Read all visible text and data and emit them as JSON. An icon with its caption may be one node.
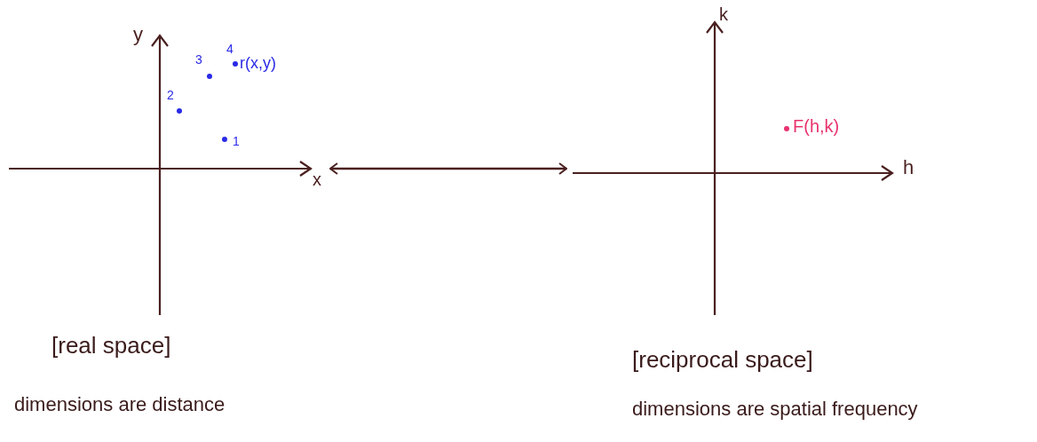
{
  "diagram": {
    "nodes": [
      {
        "text": [],
        "shape": "picture"
      },
      {
        "text": [],
        "shape": "picture"
      }
    ],
    "edges": [
      {
        "from": 0,
        "to": 1,
        "arrow": "both"
      }
    ],
    "labels": [
      "y",
      "k",
      "4",
      "3",
      "r(x,y)",
      "2",
      "F(h,k)",
      "1",
      "x",
      "h",
      "[real space]",
      "[reciprocal space]",
      "dimensions are distance",
      "dimensions are spatial frequency"
    ]
  }
}
